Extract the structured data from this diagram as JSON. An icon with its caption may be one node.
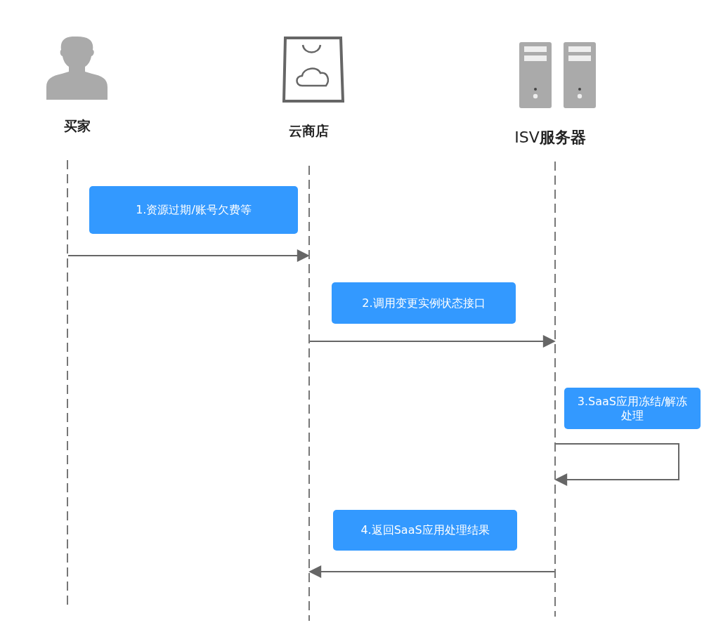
{
  "diagram": {
    "nodes": [
      {
        "text": [
          "买家"
        ]
      },
      {
        "text": [
          "云商店"
        ]
      },
      {
        "text": [
          "ISV**服务器**"
        ]
      },
      {
        "text": [],
        "shape": "line"
      },
      {
        "text": [],
        "shape": "line"
      },
      {
        "text": [],
        "shape": "line"
      },
      {
        "text": [
          "1.资源过期/账号欠费等"
        ]
      },
      {
        "text": [
          "2.调用变更实例状态接口"
        ]
      },
      {
        "text": [
          "3.SaaS应用冻结/解冻处理"
        ]
      },
      {
        "text": [
          "4.返回SaaS应用处理结果"
        ]
      }
    ],
    "edges": [
      {
        "from": 3,
        "to": 4,
        "arrow": "to"
      },
      {
        "from": 4,
        "to": 5,
        "arrow": "to"
      },
      {
        "from": 5,
        "to": 5,
        "arrow": "to"
      },
      {
        "from": 5,
        "to": 4,
        "arrow": "to"
      }
    ]
  }
}
